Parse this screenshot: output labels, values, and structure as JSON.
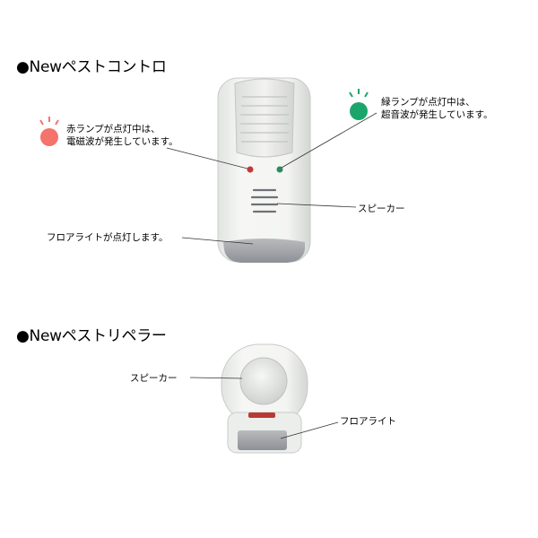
{
  "section1": {
    "title": "●Newペストコントロ",
    "red_lamp_label": [
      "赤ランプが点灯中は、",
      "電磁波が発生しています。"
    ],
    "green_lamp_label": [
      "緑ランプが点灯中は、",
      "超音波が発生しています。"
    ],
    "speaker_label": "スピーカー",
    "floor_light_label": "フロアライトが点灯します。",
    "colors": {
      "red_lamp": "#f4736b",
      "green_lamp": "#1aa66b"
    }
  },
  "section2": {
    "title": "●Newペストリペラー",
    "speaker_label": "スピーカー",
    "floor_light_label": "フロアライト"
  }
}
